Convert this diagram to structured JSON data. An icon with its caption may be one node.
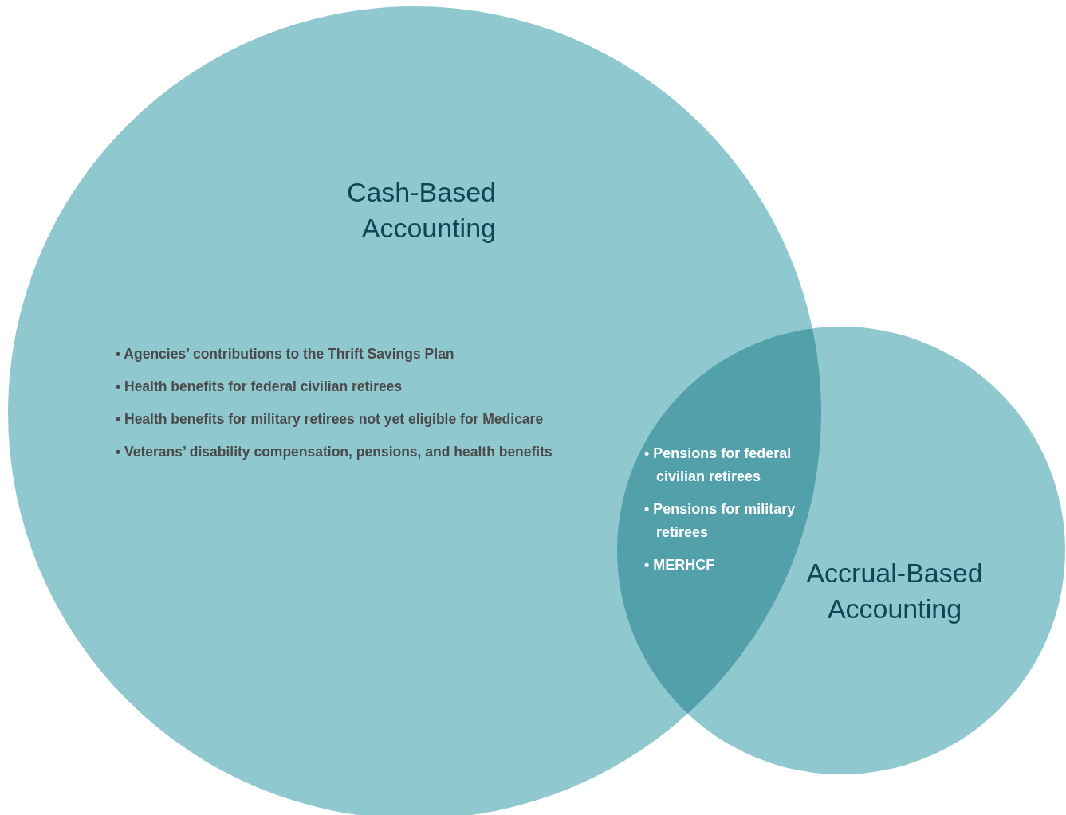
{
  "diagram": {
    "nodes": [
      {
        "text": [
          "Cash-Based Accounting",
          "• Agencies’ contributions to the Thrift Savings Plan",
          "• Health benefits for federal civilian retirees",
          "• Health benefits for military retirees not yet eligible for Medicare",
          "• Veterans’ disability compensation, pensions, and health benefits"
        ]
      },
      {
        "text": [
          "Accrual-Based Accounting"
        ]
      },
      {
        "text": [
          "• Pensions for federal civilian retirees",
          "• Pensions for military retirees",
          "• MERHCF"
        ]
      }
    ]
  }
}
